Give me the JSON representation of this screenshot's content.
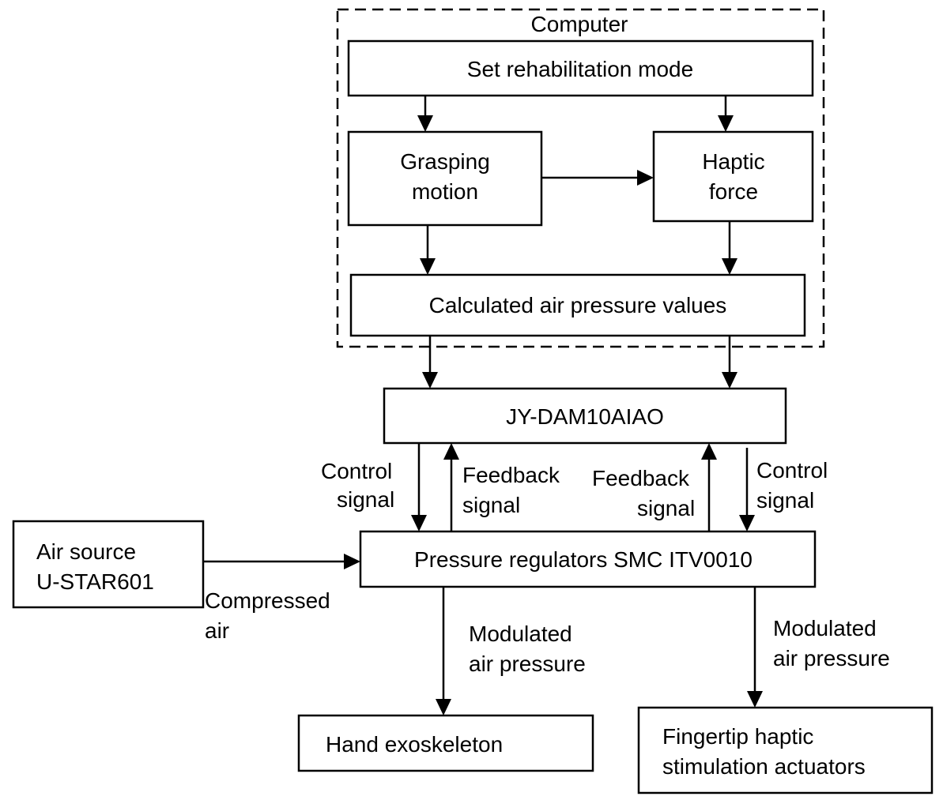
{
  "computer_label": "Computer",
  "set_mode": "Set rehabilitation mode",
  "grasping": [
    "Grasping",
    "motion"
  ],
  "haptic": [
    "Haptic",
    "force"
  ],
  "calculated": "Calculated air pressure values",
  "daq": "JY-DAM10AIAO",
  "left_control": [
    "Control",
    "signal"
  ],
  "left_feedback": [
    "Feedback",
    "signal"
  ],
  "right_feedback": [
    "Feedback",
    "signal"
  ],
  "right_control": [
    "Control",
    "signal"
  ],
  "air_source": [
    "Air source",
    "U-STAR601"
  ],
  "compressed": [
    "Compressed",
    "air"
  ],
  "regulators": "Pressure regulators SMC ITV0010",
  "left_modulated": [
    "Modulated",
    "air pressure"
  ],
  "right_modulated": [
    "Modulated",
    "air pressure"
  ],
  "exoskeleton": "Hand exoskeleton",
  "fingertip": [
    "Fingertip haptic",
    "stimulation actuators"
  ]
}
